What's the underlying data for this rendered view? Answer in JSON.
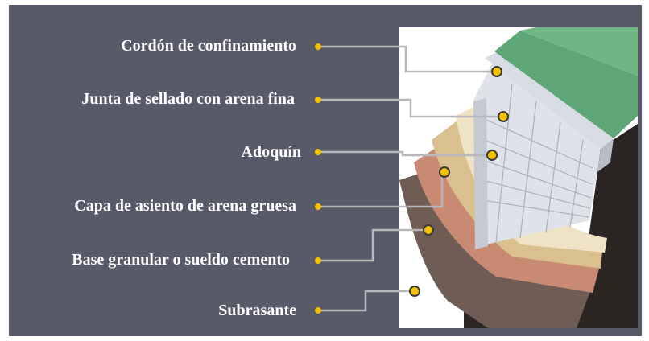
{
  "labels": [
    {
      "text": "Cordón de confinamiento"
    },
    {
      "text": "Junta de sellado con arena fina"
    },
    {
      "text": "Adoquín"
    },
    {
      "text": "Capa de asiento de arena gruesa"
    },
    {
      "text": "Base granular o sueldo cemento"
    },
    {
      "text": "Subrasante"
    }
  ],
  "colors": {
    "panel": "#585a6a",
    "label_text": "#ffffff",
    "leader_line": "#b8b8bc",
    "marker": "#f6c200",
    "marker_outline": "#3a3a3a",
    "grass": "#5fa676",
    "curb": "#d8dce4",
    "pavers": "#dfe2e8",
    "sand_fine": "#f0e2c4",
    "sand_coarse": "#d9c08e",
    "base": "#c88a72",
    "subgrade": "#6f5d55",
    "soil_dark": "#2c2624"
  }
}
